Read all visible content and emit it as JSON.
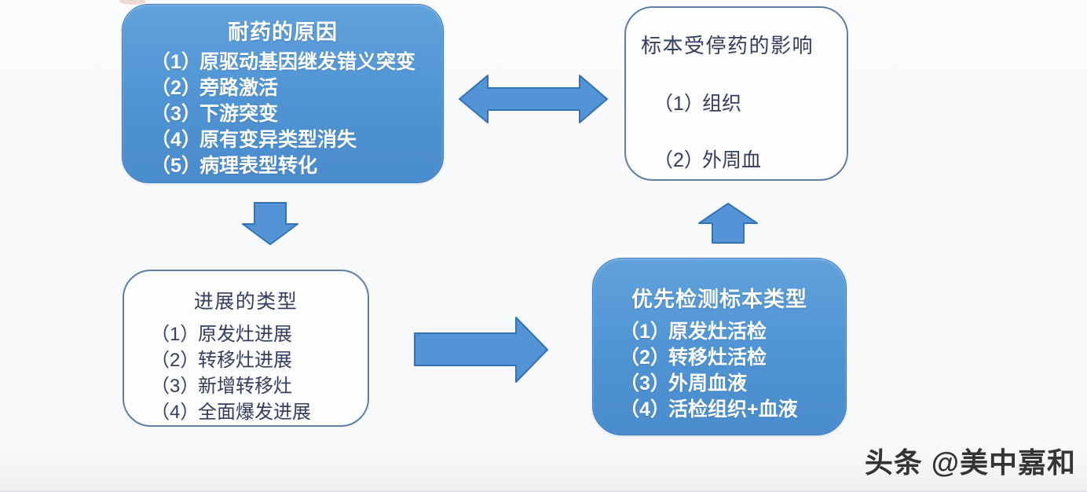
{
  "diagram": {
    "boxes": [
      {
        "id": "drug-resistance-causes",
        "variant": "filled-blue",
        "title": "耐药的原因",
        "items": [
          {
            "num": "（1）",
            "text": "原驱动基因继发错义突变"
          },
          {
            "num": "（2）",
            "text": "旁路激活"
          },
          {
            "num": "（3）",
            "text": "下游突变"
          },
          {
            "num": "（4）",
            "text": "原有变异类型消失"
          },
          {
            "num": "（5）",
            "text": "病理表型转化"
          }
        ]
      },
      {
        "id": "specimen-withdrawal-effect",
        "variant": "outlined-white",
        "title": "标本受停药的影响",
        "items": [
          {
            "num": "（1）",
            "text": "组织"
          },
          {
            "num": "（2）",
            "text": "外周血"
          }
        ]
      },
      {
        "id": "progression-types",
        "variant": "outlined-white",
        "title": "进展的类型",
        "items": [
          {
            "num": "（1）",
            "text": "原发灶进展"
          },
          {
            "num": "（2）",
            "text": "转移灶进展"
          },
          {
            "num": "（3）",
            "text": "新增转移灶"
          },
          {
            "num": "（4）",
            "text": "全面爆发进展"
          }
        ]
      },
      {
        "id": "preferred-specimen-types",
        "variant": "filled-blue",
        "title": "优先检测标本类型",
        "items": [
          {
            "num": "（1）",
            "text": "原发灶活检"
          },
          {
            "num": "（2）",
            "text": "转移灶活检"
          },
          {
            "num": "（3）",
            "text": "外周血液"
          },
          {
            "num": "（4）",
            "text": "活检组织+血液"
          }
        ]
      }
    ],
    "arrows": [
      {
        "icon": "double-horizontal-arrow-icon",
        "connects": [
          "drug-resistance-causes",
          "specimen-withdrawal-effect"
        ],
        "direction": "both"
      },
      {
        "icon": "down-arrow-icon",
        "connects": [
          "drug-resistance-causes",
          "progression-types"
        ],
        "direction": "down"
      },
      {
        "icon": "right-arrow-icon",
        "connects": [
          "progression-types",
          "preferred-specimen-types"
        ],
        "direction": "right"
      },
      {
        "icon": "up-arrow-icon",
        "connects": [
          "preferred-specimen-types",
          "specimen-withdrawal-effect"
        ],
        "direction": "up"
      }
    ],
    "watermark": "头条 @美中嘉和",
    "colors": {
      "box_fill_blue": "#4f93d3",
      "box_border_blue": "#3d7ec0",
      "outlined_box_border": "#5d7fa6",
      "outlined_box_text": "#333d5e",
      "filled_box_text": "#ffffff",
      "arrow_fill": "#5494d6",
      "arrow_stroke": "#3273b6",
      "watermark_text": "#343434",
      "background": "#f8f9fa"
    }
  }
}
